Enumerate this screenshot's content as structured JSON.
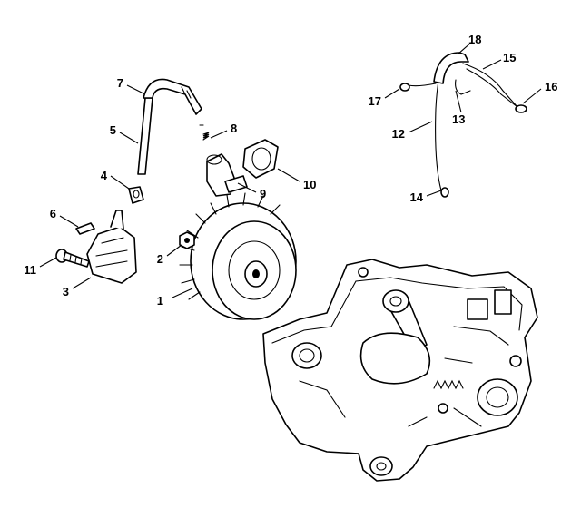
{
  "callouts": [
    {
      "id": "p1",
      "label": "1"
    },
    {
      "id": "p2",
      "label": "2"
    },
    {
      "id": "p3",
      "label": "3"
    },
    {
      "id": "p4",
      "label": "4"
    },
    {
      "id": "p5",
      "label": "5"
    },
    {
      "id": "p6",
      "label": "6"
    },
    {
      "id": "p7",
      "label": "7"
    },
    {
      "id": "p8",
      "label": "8"
    },
    {
      "id": "p9",
      "label": "9"
    },
    {
      "id": "p10",
      "label": "10"
    },
    {
      "id": "p11",
      "label": "11"
    },
    {
      "id": "p12",
      "label": "12"
    },
    {
      "id": "p13",
      "label": "13"
    },
    {
      "id": "p14",
      "label": "14"
    },
    {
      "id": "p15",
      "label": "15"
    },
    {
      "id": "p16",
      "label": "16"
    },
    {
      "id": "p17",
      "label": "17"
    },
    {
      "id": "p18",
      "label": "18"
    }
  ]
}
